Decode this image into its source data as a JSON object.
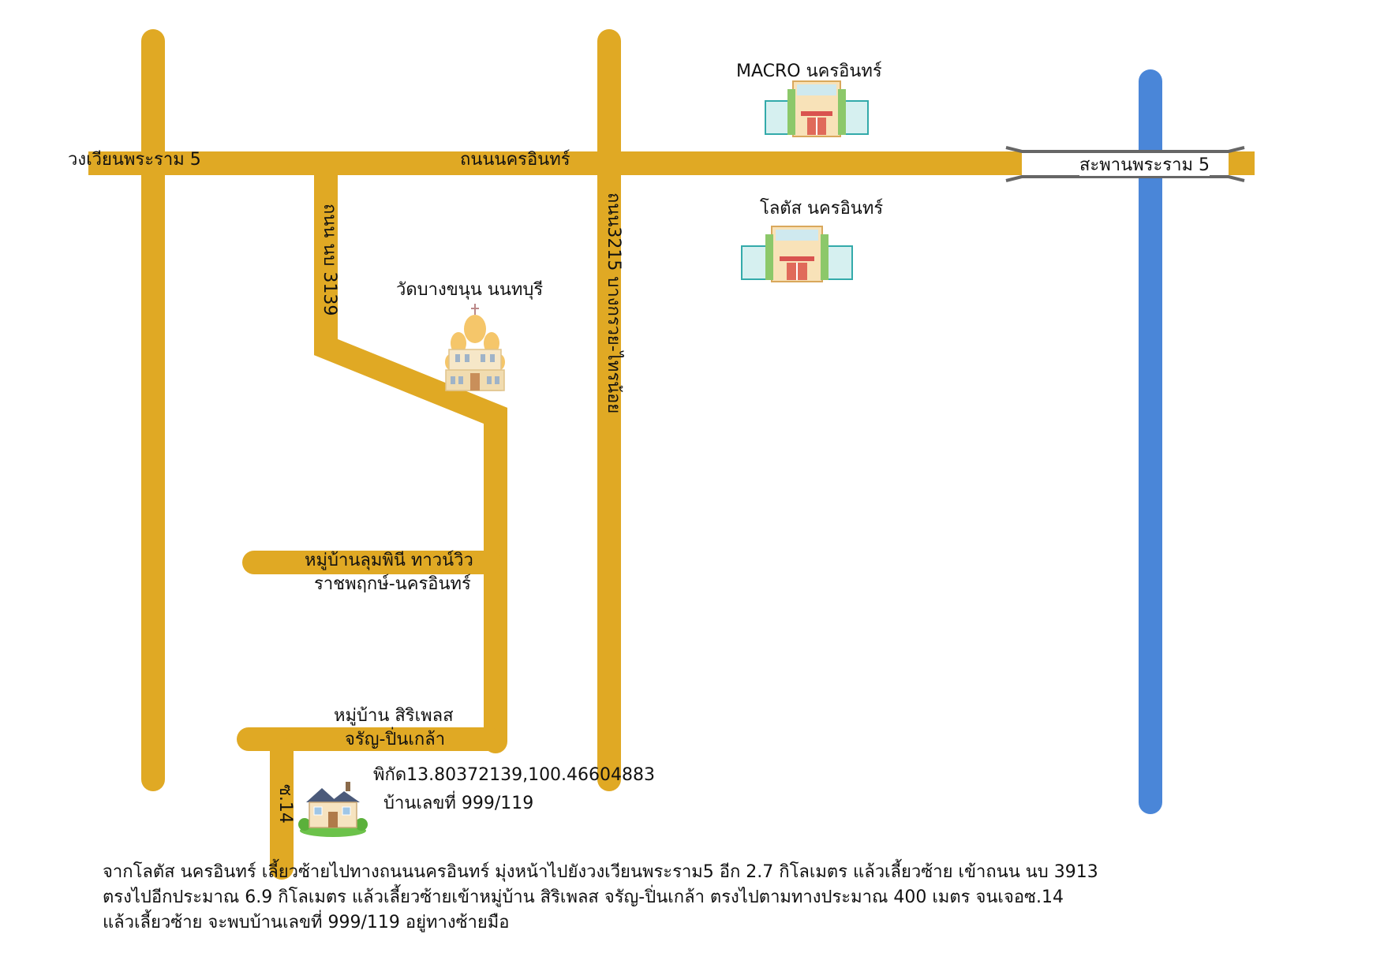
{
  "colors": {
    "road": "#E0A924",
    "river": "#4A86D8",
    "bridge": "#666666",
    "text": "#111111"
  },
  "labels": {
    "wongwian": "วงเวียนพระราม 5",
    "nakhon_in_road": "ถนนนครอินทร์",
    "road_nb3139": "ถนน นบ 3139",
    "road_nb3215": "ถนน3215 บางกรวย-ไทรน้อย",
    "macro": "MACRO นครอินทร์",
    "lotus": "โลตัส นครอินทร์",
    "bridge": "สะพานพระราม 5",
    "temple": "วัดบางขนุน นนทบุรี",
    "village_lumpini_1": "หมู่บ้านลุมพินี ทาวน์วิว",
    "village_lumpini_2": "ราชพฤกษ์-นครอินทร์",
    "village_siriplace_1": "หมู่บ้าน สิริเพลส",
    "village_siriplace_2": "จรัญ-ปิ่นเกล้า",
    "soi14": "ซ.14",
    "coordinates": "พิกัด13.80372139,100.46604883",
    "house_number": "บ้านเลขที่ 999/119"
  },
  "icons": {
    "macro": "building-icon",
    "lotus": "building-icon",
    "temple": "temple-icon",
    "house": "house-icon"
  },
  "directions": [
    "จากโลตัส นครอินทร์ เลี้ยวซ้ายไปทางถนนนครอินทร์ มุ่งหน้าไปยังวงเวียนพระราม5  อีก 2.7 กิโลเมตร แล้วเลี้ยวซ้าย เข้าถนน นบ 3913",
    "ตรงไปอีกประมาณ 6.9 กิโลเมตร แล้วเลี้ยวซ้ายเข้าหมู่บ้าน สิริเพลส จรัญ-ปิ่นเกล้า ตรงไปตามทางประมาณ 400 เมตร จนเจอซ.14",
    "แล้วเลี้ยวซ้าย จะพบบ้านเลขที่ 999/119 อยู่ทางซ้ายมือ"
  ]
}
